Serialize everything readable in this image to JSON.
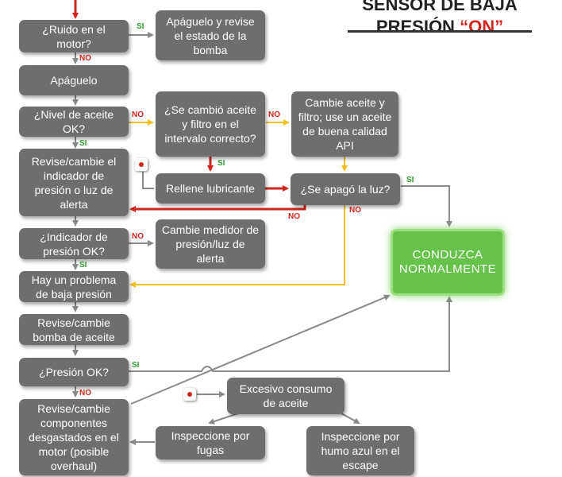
{
  "title": {
    "line1": "SENSOR DE BAJA",
    "line2": "PRESIÓN",
    "line2_highlight": "“ON”"
  },
  "colors": {
    "box": "#6e6e6e",
    "arrow_gray": "#8a8a8a",
    "arrow_yellow": "#f0c020",
    "arrow_red": "#d0261d",
    "green": "#66c24a"
  },
  "nodes": {
    "ruido": "¿Ruido en el motor?",
    "apaguelo_revise": "Apáguelo y revise el estado de la bomba",
    "apaguelo": "Apáguelo",
    "nivel_aceite": "¿Nivel de aceite OK?",
    "cambio_aceite": "¿Se cambió aceite y filtro en el intervalo correcto?",
    "cambie_aceite": "Cambie aceite y filtro; use un aceite de buena calidad API",
    "revise_indicador": "Revise/cambie el indicador de presión o luz de alerta",
    "rellene": "Rellene lubricante",
    "apago_luz": "¿Se apagó la luz?",
    "indicador_ok": "¿Indicador de presión  OK?",
    "cambie_medidor": "Cambie medidor de presión/luz de alerta",
    "conduzca": "CONDUZCA NORMALMENTE",
    "problema_baja": "Hay un problema de baja presión",
    "revise_bomba": "Revise/cambie bomba de aceite",
    "presion_ok": "¿Presión OK?",
    "revise_componentes": "Revise/cambie componentes desgastados en el motor (posible overhaul)",
    "excesivo_consumo": "Excesivo consumo de aceite",
    "inspeccione_fugas": "Inspeccione por fugas",
    "inspeccione_humo": "Inspeccione por humo azul en el escape"
  },
  "labels": {
    "si": "SI",
    "no": "NO"
  }
}
